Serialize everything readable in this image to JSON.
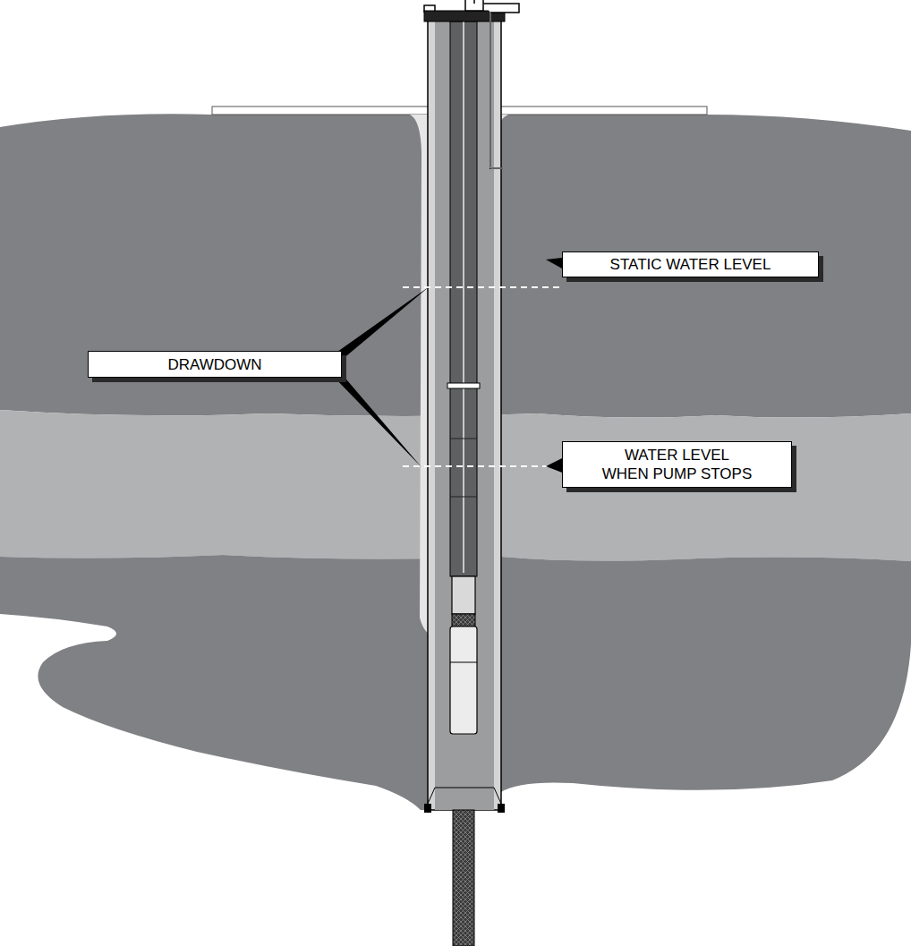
{
  "diagram": {
    "nodes": [
      {
        "text": [
          "STATIC WATER LEVEL"
        ]
      },
      {
        "text": [
          "DRAWDOWN"
        ]
      },
      {
        "text": [
          "WATER LEVEL WHEN PUMP STOPS"
        ]
      }
    ]
  }
}
